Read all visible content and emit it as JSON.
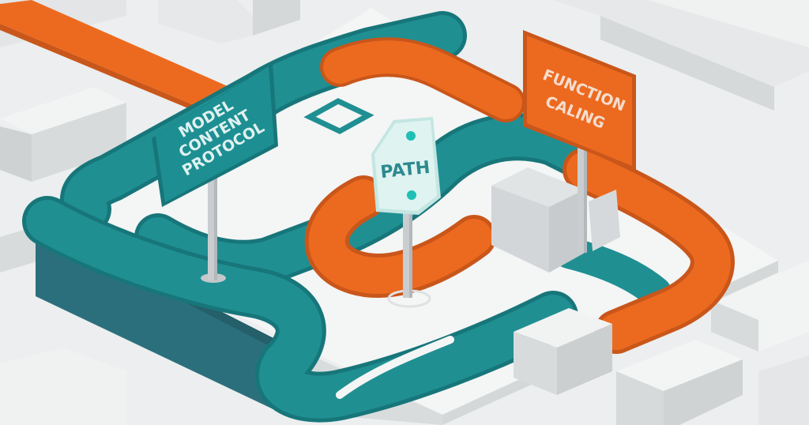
{
  "scene": {
    "signs": {
      "mcp": {
        "lines": [
          "MODEL",
          "CONTENT",
          "PROTOCOL"
        ]
      },
      "path": {
        "lines": [
          "PATH"
        ]
      },
      "fc": {
        "lines": [
          "FUNCTION",
          "CALING"
        ]
      }
    },
    "colors": {
      "background": "#eceeef",
      "platform_top": "#f4f5f5",
      "platform_side": "#d9dcdd",
      "platform_wall_teal": "#2c6f7c",
      "teal": "#1f8f92",
      "teal_dark": "#17767a",
      "orange": "#ec6a1f",
      "orange_dark": "#c9561a",
      "sign_teal": "#1d8f92",
      "sign_orange": "#ec6a1f",
      "sign_path": "#dff3f0",
      "sign_text_light": "#dff1f0",
      "sign_text_dark": "#2c8a8f",
      "pole": "#c9cdd0",
      "block": "#d6d9db"
    }
  }
}
